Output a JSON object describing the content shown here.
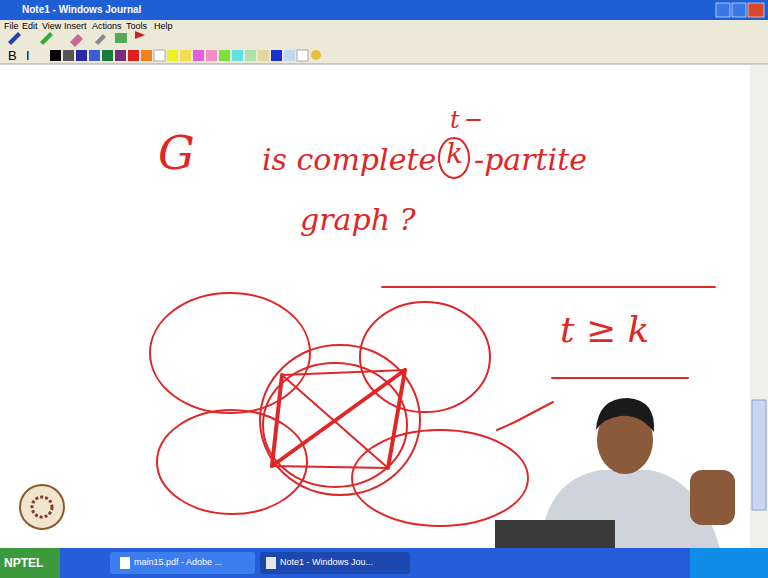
{
  "diagram": {
    "labels": [
      "Note1 - Windows Journal",
      "File",
      "Edit",
      "View",
      "Insert",
      "Actions",
      "Tools",
      "Help",
      "B",
      "I",
      "G",
      "is complete",
      "k",
      "t",
      "-partite",
      "graph ?",
      "t ≥ k",
      "main15.pdf - Adobe ...",
      "Note1 - Windows Jou...",
      "NPTEL"
    ]
  }
}
